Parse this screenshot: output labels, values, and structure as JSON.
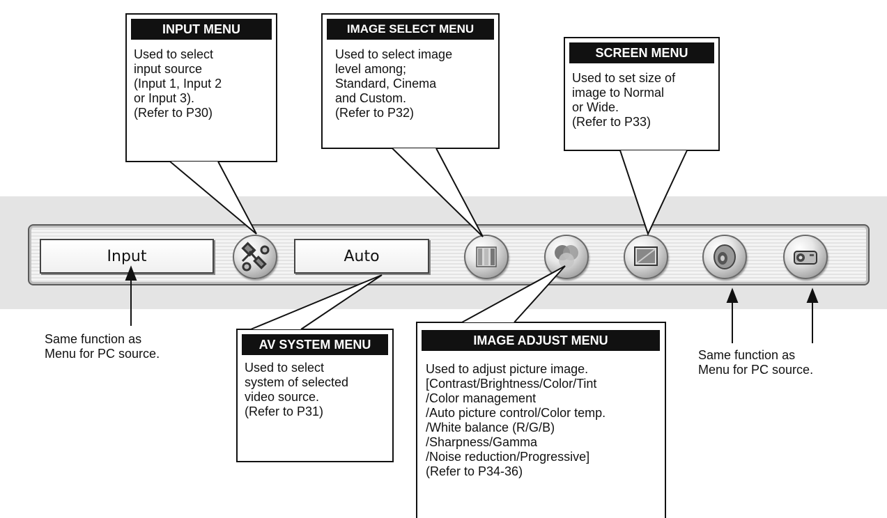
{
  "toolbar": {
    "input_button": "Input",
    "auto_button": "Auto",
    "icons": [
      "input-connector-icon",
      "image-select-icon",
      "image-adjust-icon",
      "screen-icon",
      "sound-icon",
      "setting-icon"
    ]
  },
  "callouts": {
    "input_menu": {
      "title": "INPUT MENU",
      "body": "Used to select\ninput source\n(Input 1, Input 2\nor Input 3).\n(Refer to P30)"
    },
    "image_select_menu": {
      "title": "IMAGE SELECT MENU",
      "body": "Used to select image\nlevel among;\nStandard, Cinema\nand Custom.\n(Refer to P32)"
    },
    "screen_menu": {
      "title": "SCREEN MENU",
      "body": "Used to set size of\nimage to Normal\nor Wide.\n(Refer to P33)"
    },
    "av_system_menu": {
      "title": "AV SYSTEM MENU",
      "body": "Used to select\nsystem of selected\nvideo source.\n(Refer to P31)"
    },
    "image_adjust_menu": {
      "title": "IMAGE ADJUST MENU",
      "body": "Used to adjust picture image.\n[Contrast/Brightness/Color/Tint\n/Color management\n/Auto picture control/Color temp.\n/White balance (R/G/B)\n/Sharpness/Gamma\n/Noise reduction/Progressive]\n(Refer to P34-36)"
    }
  },
  "notes": {
    "left": "Same function as\nMenu for PC source.",
    "right": "Same function as\nMenu for PC source."
  }
}
